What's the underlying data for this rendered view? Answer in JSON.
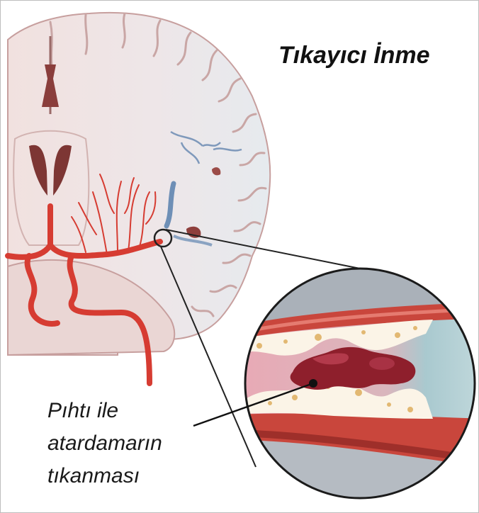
{
  "title": "Tıkayıcı İnme",
  "caption": {
    "line1": "Pıhtı ile",
    "line2": "atardamarın",
    "line3": "tıkanması"
  },
  "colors": {
    "brain": "#f1e1df",
    "brain_ischemic": "#e9ecef",
    "artery": "#d63c32",
    "vein": "#8aa3c2",
    "clot": "#8e1f2c",
    "plaque": "#fbf4e7",
    "magnifier_bg": "#bcc2c8"
  },
  "icons": [
    "brain-illustration",
    "magnified-artery-illustration"
  ]
}
